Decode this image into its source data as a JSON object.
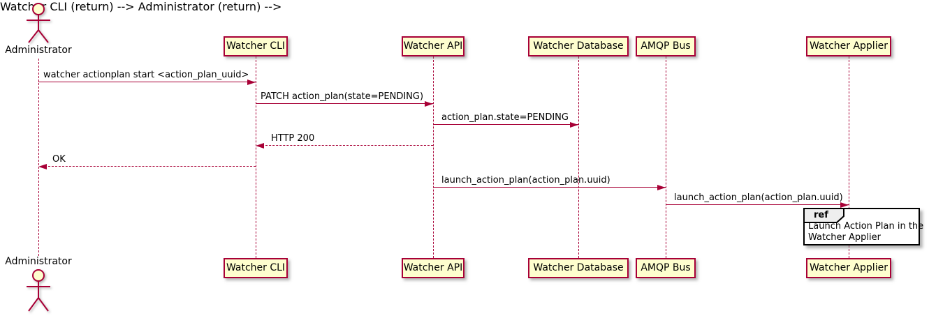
{
  "actor": {
    "name": "Administrator"
  },
  "participants": [
    {
      "label": "Watcher CLI"
    },
    {
      "label": "Watcher API"
    },
    {
      "label": "Watcher Database"
    },
    {
      "label": "AMQP Bus"
    },
    {
      "label": "Watcher Applier"
    }
  ],
  "messages": [
    {
      "from": "Administrator",
      "to": "Watcher CLI",
      "label": "watcher actionplan start <action_plan_uuid>",
      "line": "solid",
      "direction": "right"
    },
    {
      "from": "Watcher CLI",
      "to": "Watcher API",
      "label": "PATCH action_plan(state=PENDING)",
      "line": "solid",
      "direction": "right"
    },
    {
      "from": "Watcher API",
      "to": "Watcher Database",
      "label": "action_plan.state=PENDING",
      "line": "solid",
      "direction": "right"
    },
    {
      "from": "Watcher API",
      "to": "Watcher CLI",
      "label": "HTTP 200",
      "line": "dashed",
      "direction": "left"
    },
    {
      "from": "Watcher CLI",
      "to": "Administrator",
      "label": "OK",
      "line": "dashed",
      "direction": "left"
    },
    {
      "from": "Watcher API",
      "to": "AMQP Bus",
      "label": "launch_action_plan(action_plan.uuid)",
      "line": "solid",
      "direction": "right"
    },
    {
      "from": "AMQP Bus",
      "to": "Watcher Applier",
      "label": "launch_action_plan(action_plan.uuid)",
      "line": "solid",
      "direction": "right"
    }
  ],
  "ref": {
    "keyword": "ref",
    "lines": [
      "Launch Action Plan in the",
      "Watcher Applier"
    ]
  },
  "colors": {
    "accent": "#A80036",
    "participant_fill": "#FEFECE",
    "ref_header_fill": "#EEEEEE",
    "ref_border": "#000000"
  }
}
